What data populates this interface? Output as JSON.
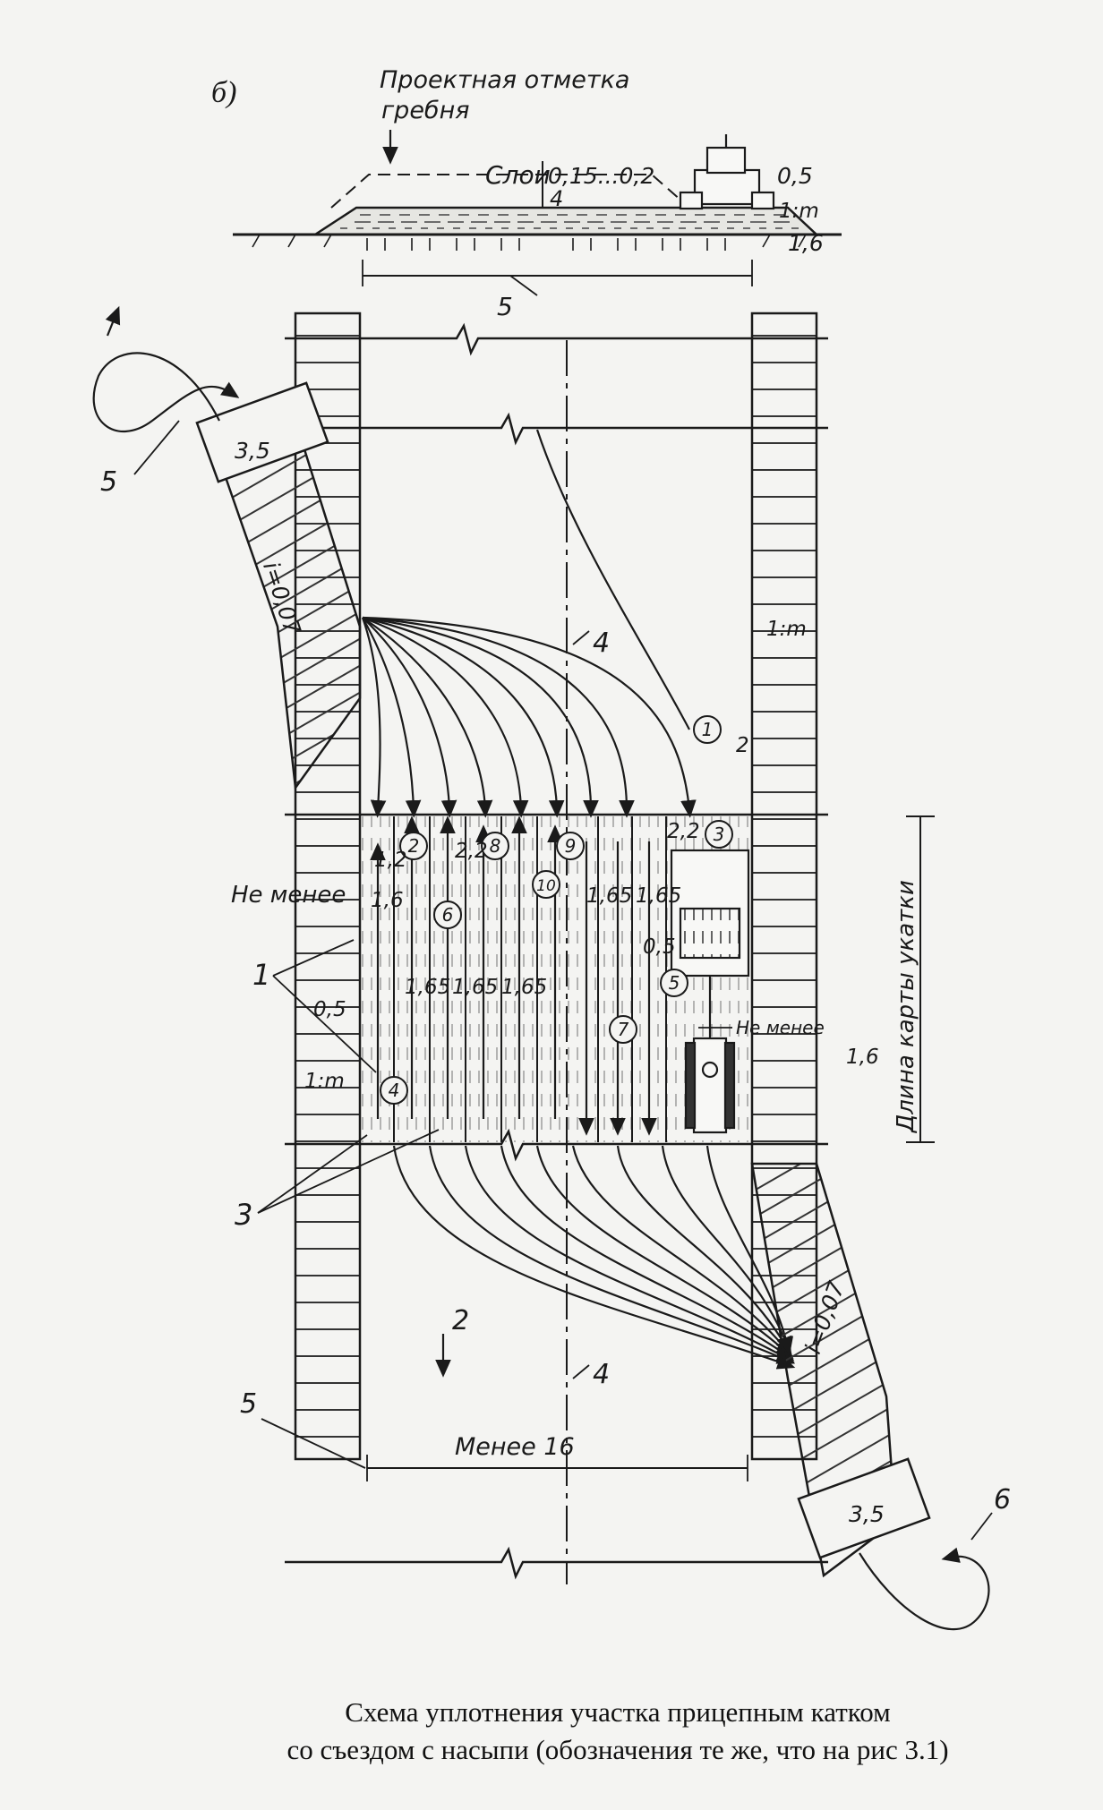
{
  "figure": {
    "panel_letter": "б)",
    "design_mark": "Проектная отметка",
    "crest": "гребня",
    "layer_word": "Слои",
    "layer_thickness": "0,15...0,2",
    "dim_05": "0,5",
    "slope_1m": "1:m",
    "dim_16": "1,6",
    "dim_35": "3,5",
    "slope_i": "i=0,07",
    "dim_2": "2",
    "dim_22": "2,2",
    "dim_12": "1,2",
    "dim_165": "1,65",
    "not_less": "Не менее",
    "length_label": "Длина карты укатки",
    "less_16": "Менее 16",
    "callouts": [
      "1",
      "2",
      "3",
      "4",
      "5",
      "6"
    ],
    "path_numbers": [
      "1",
      "2",
      "3",
      "4",
      "5",
      "6",
      "7",
      "8",
      "9",
      "10"
    ]
  },
  "caption": {
    "line1": "Схема уплотнения участка прицепным катком",
    "line2": "со съездом с насыпи (обозначения те же, что на рис 3.1)"
  }
}
